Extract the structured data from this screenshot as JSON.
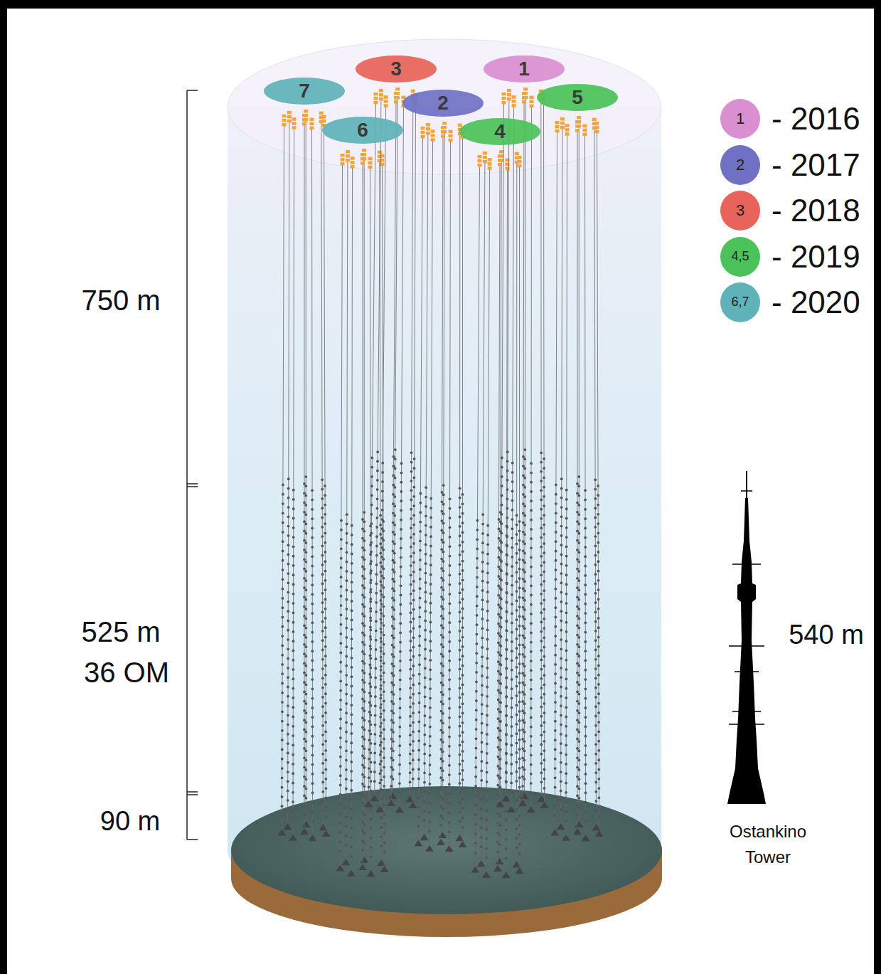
{
  "diagram": {
    "nodes": [
      {
        "text": [
          "3"
        ]
      },
      {
        "text": [
          "1"
        ]
      },
      {
        "text": [
          "7"
        ]
      },
      {
        "text": [
          "2"
        ]
      },
      {
        "text": [
          "5"
        ]
      },
      {
        "text": [
          "6"
        ]
      },
      {
        "text": [
          "4"
        ]
      }
    ],
    "labels": [
      "750 m",
      "525 m",
      "36 OM",
      "90 m",
      "540 m",
      "Ostankino Tower",
      "1",
      "2",
      "3",
      "4,5",
      "6,7"
    ],
    "legend": [
      {
        "text": "- 2016",
        "color": "#d98fd0"
      },
      {
        "text": "- 2017",
        "color": "#6f72c4"
      },
      {
        "text": "- 2018",
        "color": "#e8645a"
      },
      {
        "text": "- 2019",
        "color": "#4cc35a"
      },
      {
        "text": "- 2020",
        "color": "#5fb3b8"
      }
    ]
  }
}
